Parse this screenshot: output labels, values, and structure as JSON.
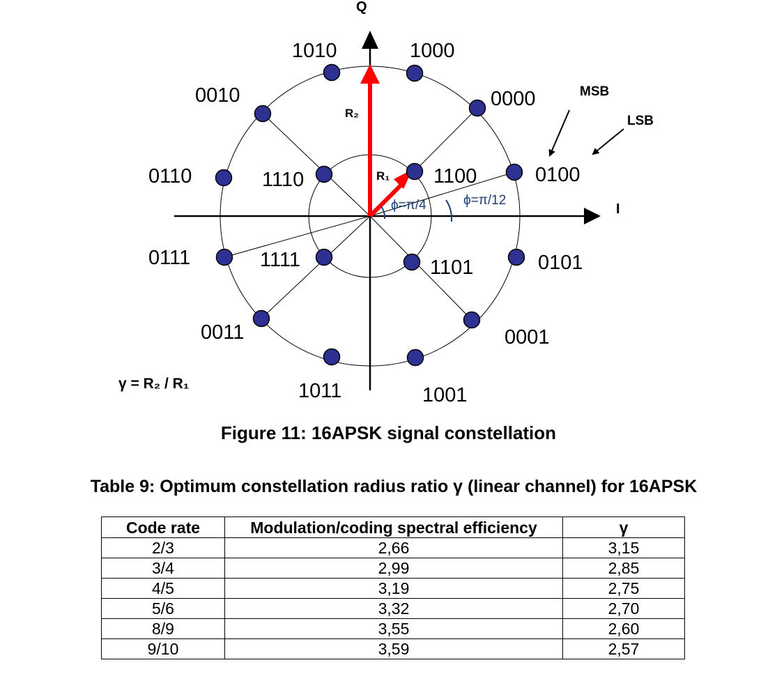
{
  "figure": {
    "axis_q": "Q",
    "axis_i": "I",
    "r2_label": "R₂",
    "r1_label": "R₁",
    "msb_label": "MSB",
    "lsb_label": "LSB",
    "phi_inner": "ϕ=π/4",
    "phi_outer": "ϕ=π/12",
    "gamma_formula": "γ = R₂ / R₁",
    "caption": "Figure 11: 16APSK signal constellation",
    "point_color": "#2e3192",
    "arrow_color": "#ff0000",
    "annotation_color": "#1f3f73",
    "inner_points": [
      {
        "label": "1100"
      },
      {
        "label": "1110"
      },
      {
        "label": "1111"
      },
      {
        "label": "1101"
      }
    ],
    "outer_points": [
      {
        "label": "0100"
      },
      {
        "label": "0000"
      },
      {
        "label": "1000"
      },
      {
        "label": "1010"
      },
      {
        "label": "0010"
      },
      {
        "label": "0110"
      },
      {
        "label": "0111"
      },
      {
        "label": "0011"
      },
      {
        "label": "1011"
      },
      {
        "label": "1001"
      },
      {
        "label": "0001"
      },
      {
        "label": "0101"
      }
    ]
  },
  "table": {
    "caption": "Table 9: Optimum constellation radius ratio γ (linear channel) for 16APSK",
    "headers": [
      "Code rate",
      "Modulation/coding spectral efficiency",
      "γ"
    ],
    "rows": [
      [
        "2/3",
        "2,66",
        "3,15"
      ],
      [
        "3/4",
        "2,99",
        "2,85"
      ],
      [
        "4/5",
        "3,19",
        "2,75"
      ],
      [
        "5/6",
        "3,32",
        "2,70"
      ],
      [
        "8/9",
        "3,55",
        "2,60"
      ],
      [
        "9/10",
        "3,59",
        "2,57"
      ]
    ]
  }
}
